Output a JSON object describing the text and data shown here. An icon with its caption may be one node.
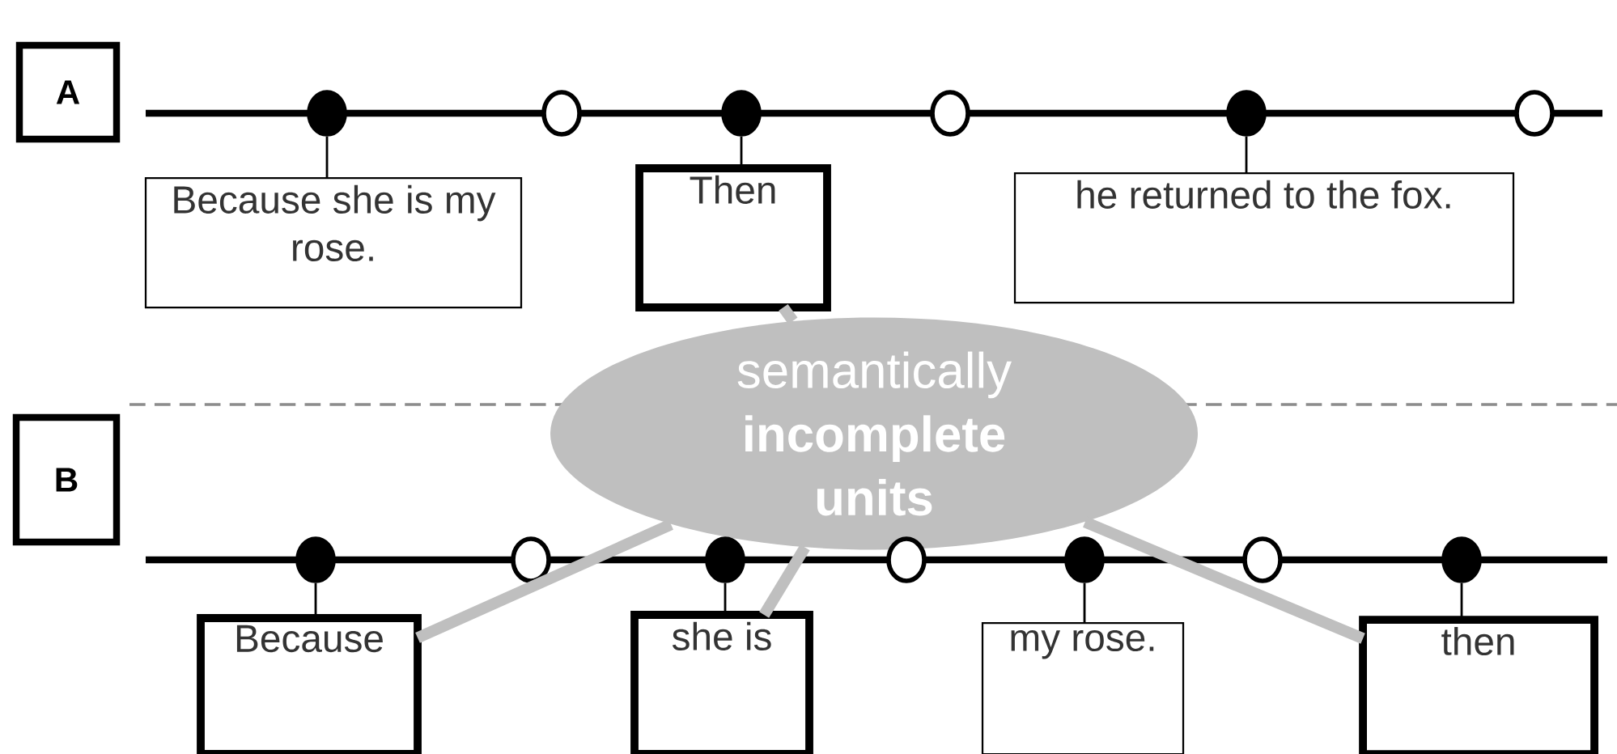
{
  "diagram": {
    "nodes": [
      {
        "text": [
          "A"
        ]
      },
      {
        "text": [],
        "shape": "circle"
      },
      {
        "text": [],
        "shape": "circle"
      },
      {
        "text": [],
        "shape": "circle"
      },
      {
        "text": [],
        "shape": "circle"
      },
      {
        "text": [],
        "shape": "circle"
      },
      {
        "text": [],
        "shape": "circle"
      },
      {
        "text": [
          "Because she is my rose."
        ]
      },
      {
        "text": [
          "Then"
        ]
      },
      {
        "text": [
          "he returned to the fox."
        ]
      },
      {
        "text": [
          "semantically **incomplete units**"
        ]
      },
      {
        "text": [
          "B"
        ]
      },
      {
        "text": [],
        "shape": "circle"
      },
      {
        "text": [],
        "shape": "circle"
      },
      {
        "text": [],
        "shape": "circle"
      },
      {
        "text": [],
        "shape": "circle"
      },
      {
        "text": [],
        "shape": "circle"
      },
      {
        "text": [],
        "shape": "circle"
      },
      {
        "text": [],
        "shape": "circle"
      },
      {
        "text": [
          "Because"
        ]
      },
      {
        "text": [
          "she is"
        ]
      },
      {
        "text": [
          "my rose."
        ]
      },
      {
        "text": [
          "then"
        ]
      }
    ],
    "edges": [
      {
        "from": 1,
        "to": 7,
        "arrow": "none"
      },
      {
        "from": 3,
        "to": 8,
        "arrow": "none"
      },
      {
        "from": 5,
        "to": 9,
        "arrow": "none"
      },
      {
        "from": 12,
        "to": 19,
        "arrow": "none"
      },
      {
        "from": 14,
        "to": 20,
        "arrow": "none"
      },
      {
        "from": 16,
        "to": 21,
        "arrow": "none"
      },
      {
        "from": 18,
        "to": 22,
        "arrow": "none"
      },
      {
        "from": 10,
        "to": 8,
        "arrow": "none",
        "style": "thick",
        "color": "#bfbfbf"
      },
      {
        "from": 10,
        "to": 19,
        "arrow": "none",
        "style": "thick",
        "color": "#bfbfbf"
      },
      {
        "from": 10,
        "to": 20,
        "arrow": "none",
        "style": "thick",
        "color": "#bfbfbf"
      },
      {
        "from": 10,
        "to": 22,
        "arrow": "none",
        "style": "thick",
        "color": "#bfbfbf"
      }
    ]
  }
}
